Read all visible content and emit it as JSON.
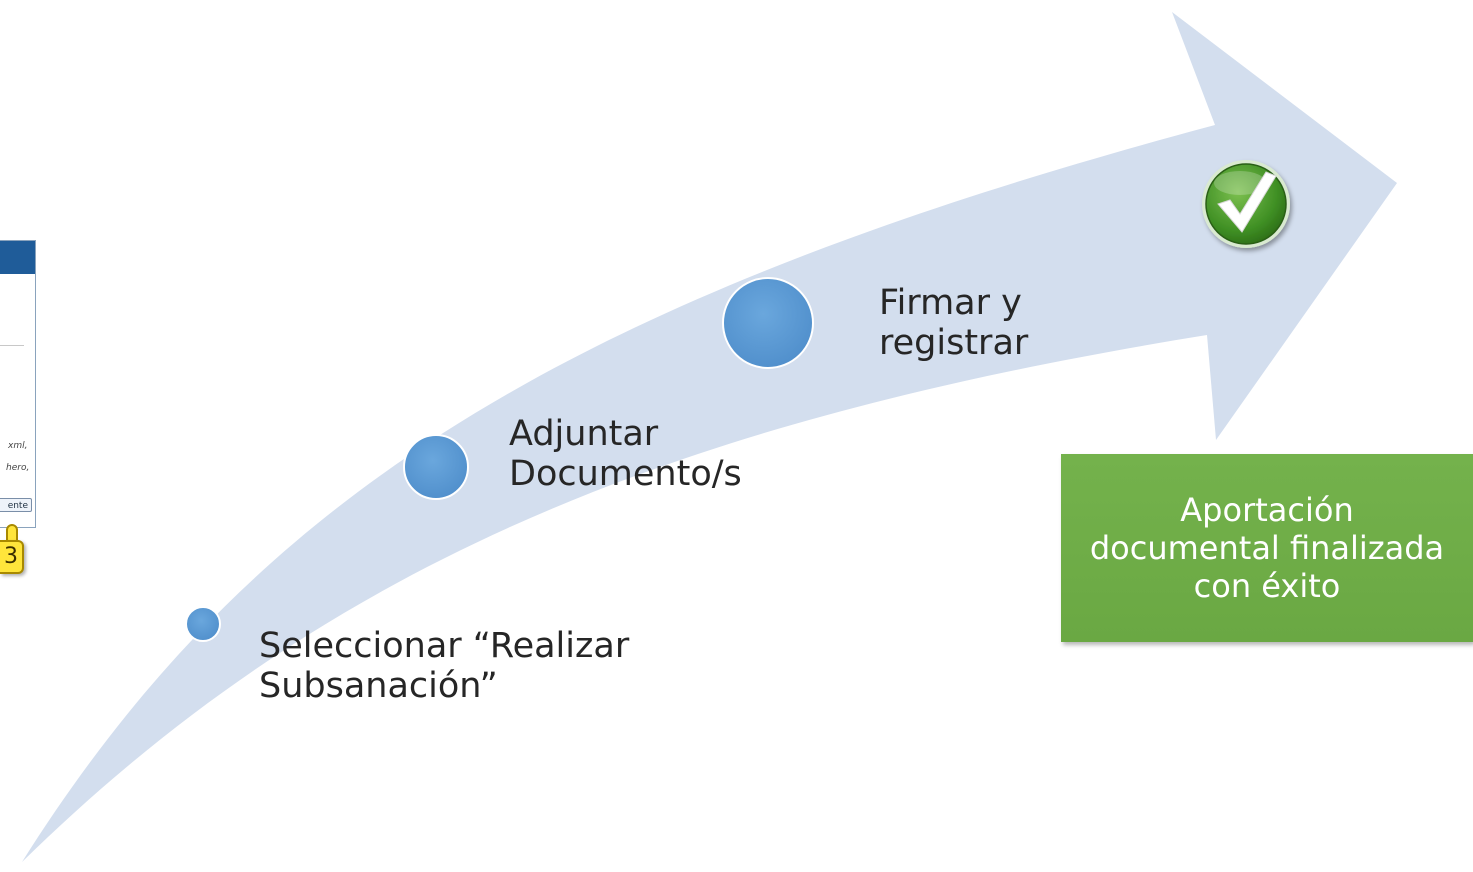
{
  "diagram": {
    "steps": [
      {
        "label": "Seleccionar “Realizar\nSubsanación”"
      },
      {
        "label": "Adjuntar\nDocumento/s"
      },
      {
        "label": "Firmar y\nregistrar"
      }
    ],
    "final_box": {
      "label": "Aportación\ndocumental finalizada\ncon éxito"
    },
    "check_icon": "checkmark-icon",
    "colors": {
      "arrow": "#d3deee",
      "dot": "#5b9bd5",
      "box": "#70ad47",
      "check": "#4c9a2a"
    }
  },
  "fragment": {
    "snippet_1": "xml,",
    "snippet_2": "hero,",
    "button_text": "ente",
    "badge_number": "3"
  }
}
